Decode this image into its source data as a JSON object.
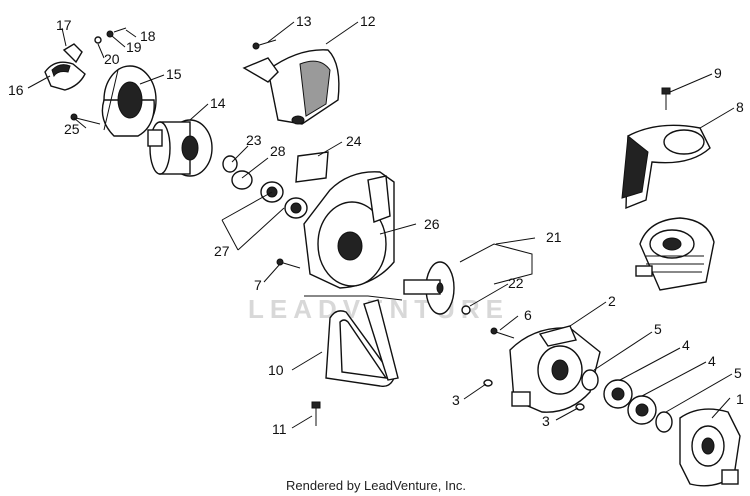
{
  "diagram": {
    "credit": "Rendered by LeadVenture, Inc.",
    "watermark": "LEADVENTURE",
    "callouts": [
      {
        "id": "c1",
        "text": "1"
      },
      {
        "id": "c2",
        "text": "2"
      },
      {
        "id": "c3a",
        "text": "3"
      },
      {
        "id": "c3b",
        "text": "3"
      },
      {
        "id": "c4a",
        "text": "4"
      },
      {
        "id": "c4b",
        "text": "4"
      },
      {
        "id": "c5a",
        "text": "5"
      },
      {
        "id": "c5b",
        "text": "5"
      },
      {
        "id": "c6",
        "text": "6"
      },
      {
        "id": "c7",
        "text": "7"
      },
      {
        "id": "c8",
        "text": "8"
      },
      {
        "id": "c9",
        "text": "9"
      },
      {
        "id": "c10",
        "text": "10"
      },
      {
        "id": "c11",
        "text": "11"
      },
      {
        "id": "c12",
        "text": "12"
      },
      {
        "id": "c13",
        "text": "13"
      },
      {
        "id": "c14",
        "text": "14"
      },
      {
        "id": "c15",
        "text": "15"
      },
      {
        "id": "c16",
        "text": "16"
      },
      {
        "id": "c17",
        "text": "17"
      },
      {
        "id": "c18",
        "text": "18"
      },
      {
        "id": "c19",
        "text": "19"
      },
      {
        "id": "c20",
        "text": "20"
      },
      {
        "id": "c21",
        "text": "21"
      },
      {
        "id": "c22",
        "text": "22"
      },
      {
        "id": "c23",
        "text": "23"
      },
      {
        "id": "c24",
        "text": "24"
      },
      {
        "id": "c25",
        "text": "25"
      },
      {
        "id": "c26",
        "text": "26"
      },
      {
        "id": "c27",
        "text": "27"
      },
      {
        "id": "c28",
        "text": "28"
      }
    ]
  }
}
